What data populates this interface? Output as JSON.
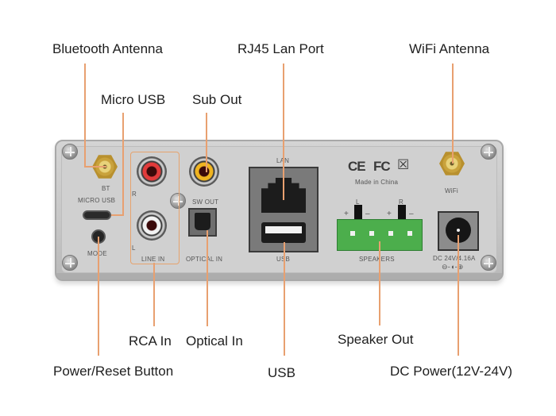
{
  "callouts": {
    "bluetooth_antenna": "Bluetooth Antenna",
    "rj45_lan_port": "RJ45 Lan Port",
    "wifi_antenna": "WiFi Antenna",
    "micro_usb": "Micro USB",
    "sub_out": "Sub Out",
    "rca_in": "RCA In",
    "optical_in": "Optical In",
    "power_reset_button": "Power/Reset Button",
    "speaker_out": "Speaker Out",
    "usb": "USB",
    "dc_power": "DC Power(12V-24V)"
  },
  "panel_labels": {
    "bt": "BT",
    "micro_usb": "MICRO USB",
    "mode": "MODE",
    "r": "R",
    "l": "L",
    "line_in": "LINE IN",
    "sw_out": "SW OUT",
    "optical_in": "OPTICAL IN",
    "lan": "LAN",
    "usb": "USB",
    "ce": "CE",
    "fc": "FC",
    "weee": "☒",
    "made_in": "Made in China",
    "spk_l": "L",
    "spk_r": "R",
    "plus": "+",
    "minus": "–",
    "speakers": "SPEAKERS",
    "wifi": "WiFi",
    "dc_rating": "DC 24V/4.16A",
    "polarity": "⊖-◖-⊕"
  },
  "colors": {
    "leader_line": "#e8a070",
    "panel": "#cfcfcf",
    "rca_right": "#e23b3b",
    "rca_left": "#f2f2f2",
    "sub_out": "#f0b420",
    "terminal_block": "#4cae4c",
    "antenna_gold": "#c9a23c"
  }
}
